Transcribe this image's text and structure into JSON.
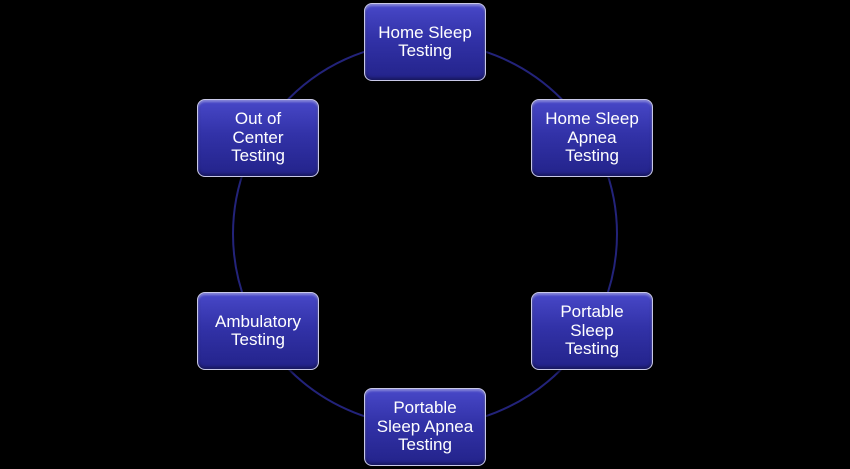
{
  "diagram": {
    "ring_color": "#23237a",
    "node_color": "#2e2ea0",
    "nodes": [
      {
        "label": "Home Sleep\nTesting"
      },
      {
        "label": "Home Sleep\nApnea\nTesting"
      },
      {
        "label": "Portable\nSleep\nTesting"
      },
      {
        "label": "Portable\nSleep Apnea\nTesting"
      },
      {
        "label": "Ambulatory\nTesting"
      },
      {
        "label": "Out of\nCenter\nTesting"
      }
    ]
  }
}
